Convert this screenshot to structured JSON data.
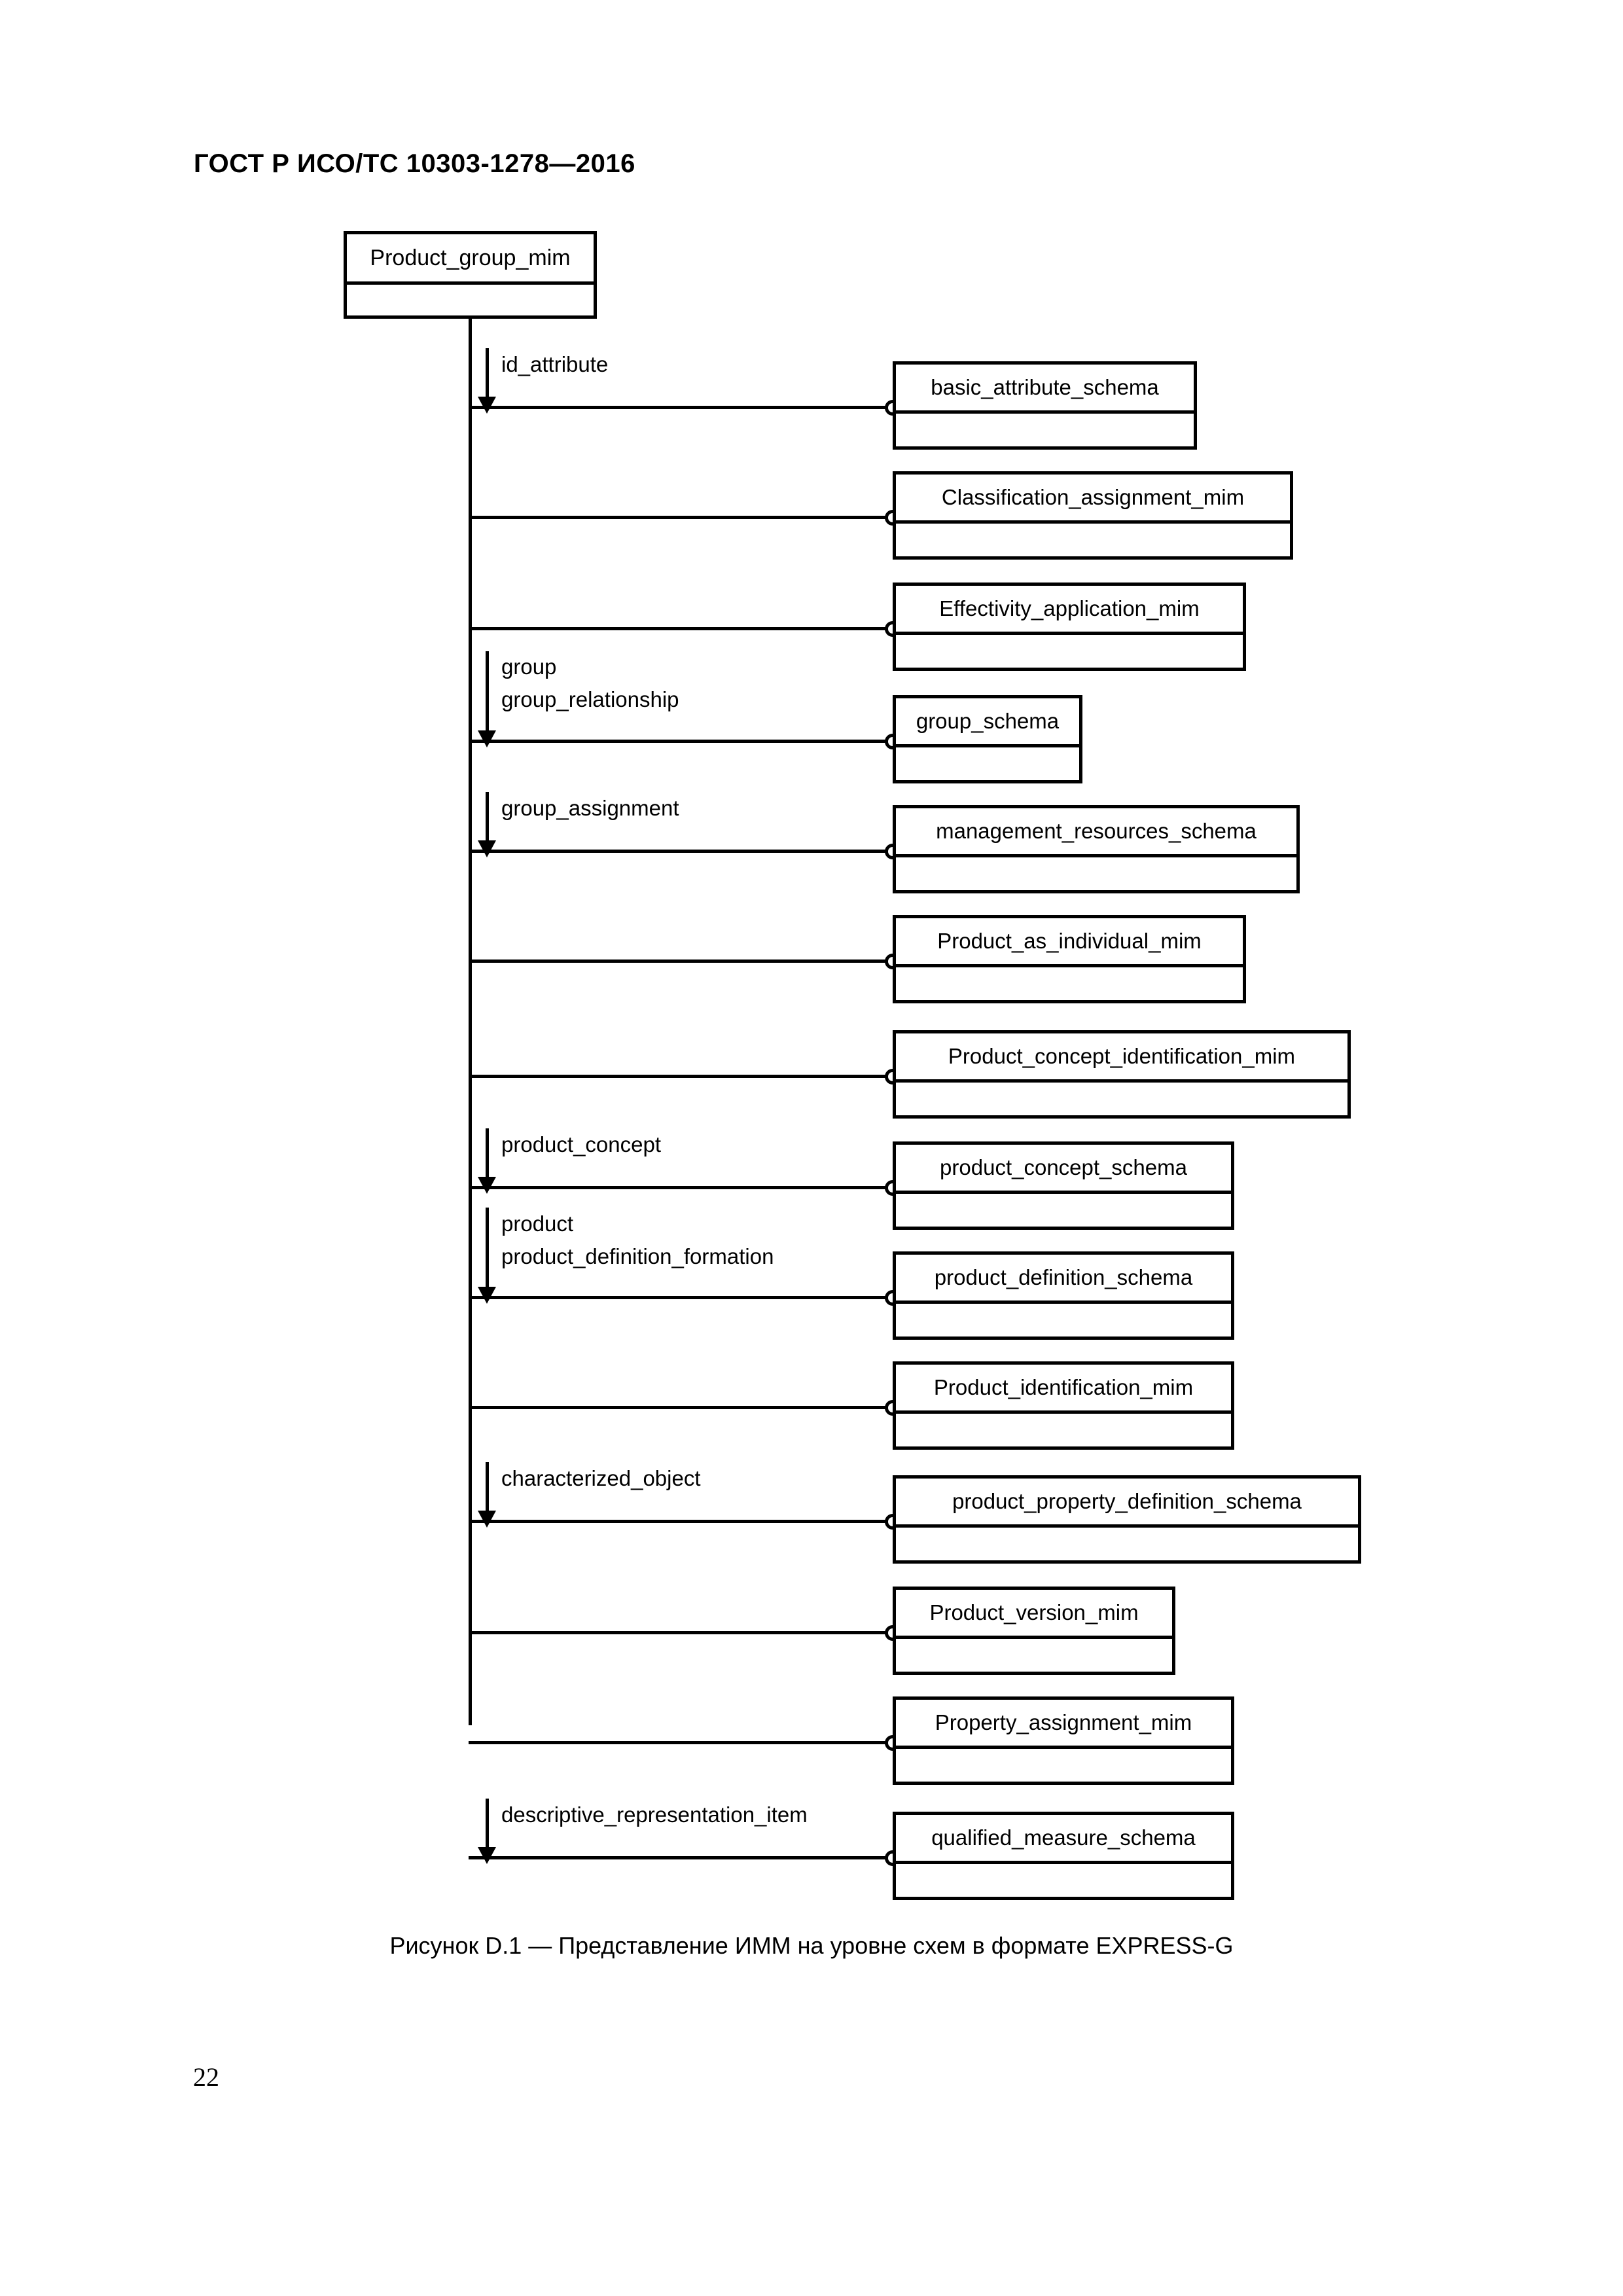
{
  "page": {
    "standard_header": "ГОСТ Р ИСО/ТС 10303-1278—2016",
    "page_number": "22",
    "figure_caption": "Рисунок D.1 — Представление ИММ на уровне схем в формате EXPRESS-G"
  },
  "diagram": {
    "type": "EXPRESS-G schema level diagram",
    "root": {
      "name": "Product_group_mim"
    },
    "branches": [
      {
        "label": "id_attribute",
        "target": "basic_attribute_schema"
      },
      {
        "label": "",
        "target": "Classification_assignment_mim"
      },
      {
        "label": "",
        "target": "Effectivity_application_mim"
      },
      {
        "label": "group\ngroup_relationship",
        "target": "group_schema"
      },
      {
        "label": "group_assignment",
        "target": "management_resources_schema"
      },
      {
        "label": "",
        "target": "Product_as_individual_mim"
      },
      {
        "label": "",
        "target": "Product_concept_identification_mim"
      },
      {
        "label": "product_concept",
        "target": "product_concept_schema"
      },
      {
        "label": "product\nproduct_definition_formation",
        "target": "product_definition_schema"
      },
      {
        "label": "",
        "target": "Product_identification_mim"
      },
      {
        "label": "characterized_object",
        "target": "product_property_definition_schema"
      },
      {
        "label": "",
        "target": "Product_version_mim"
      },
      {
        "label": "",
        "target": "Property_assignment_mim"
      },
      {
        "label": "descriptive_representation_item",
        "target": "qualified_measure_schema"
      }
    ],
    "labels": {
      "l0a": "id_attribute",
      "l3a": "group",
      "l3b": "group_relationship",
      "l4a": "group_assignment",
      "l7a": "product_concept",
      "l8a": "product",
      "l8b": "product_definition_formation",
      "l10a": "characterized_object",
      "l13a": "descriptive_representation_item"
    },
    "boxes": {
      "root": "Product_group_mim",
      "b0": "basic_attribute_schema",
      "b1": "Classification_assignment_mim",
      "b2": "Effectivity_application_mim",
      "b3": "group_schema",
      "b4": "management_resources_schema",
      "b5": "Product_as_individual_mim",
      "b6": "Product_concept_identification_mim",
      "b7": "product_concept_schema",
      "b8": "product_definition_schema",
      "b9": "Product_identification_mim",
      "b10": "product_property_definition_schema",
      "b11": "Product_version_mim",
      "b12": "Property_assignment_mim",
      "b13": "qualified_measure_schema"
    }
  }
}
